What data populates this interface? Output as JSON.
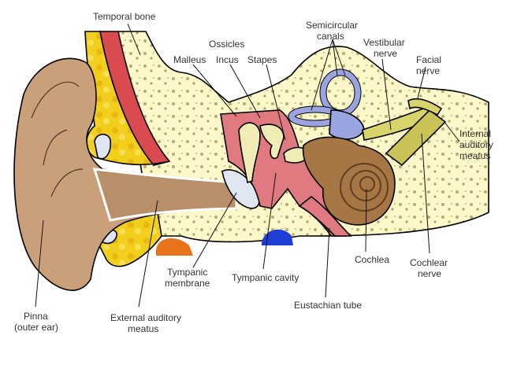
{
  "diagram": {
    "title": "Anatomy of the ear",
    "labels": {
      "temporal_bone": "Temporal bone",
      "ossicles": "Ossicles",
      "malleus": "Malleus",
      "incus": "Incus",
      "stapes": "Stapes",
      "semicircular_canals": [
        "Semicircular",
        "canals"
      ],
      "vestibular_nerve": [
        "Vestibular",
        "nerve"
      ],
      "facial_nerve": [
        "Facial",
        "nerve"
      ],
      "internal_auditory_meatus": [
        "Internal",
        "auditory",
        "meatus"
      ],
      "cochlea": "Cochlea",
      "cochlear_nerve": [
        "Cochlear",
        "nerve"
      ],
      "eustachian_tube": "Eustachian tube",
      "tympanic_cavity": "Tympanic cavity",
      "tympanic_membrane": [
        "Tympanic",
        "membrane"
      ],
      "external_auditory_meatus": [
        "External auditory",
        "meatus"
      ],
      "pinna": [
        "Pinna",
        "(outer ear)"
      ]
    },
    "colors": {
      "skin": "#c9a07a",
      "skin_dark": "#a77b55",
      "bone": "#fbf7c8",
      "bone_pores": "#a9a46a",
      "fat": "#f2cf1c",
      "muscle": "#d94b4f",
      "cavity": "#e07a80",
      "ossicle": "#f1ecb5",
      "membrane": "#dfe6f2",
      "canals": "#9aa4e0",
      "cochlea": "#a67744",
      "nerve": "#d8d36a",
      "blue_vessel": "#1e3ed6",
      "orange_gland": "#e8731a"
    }
  }
}
